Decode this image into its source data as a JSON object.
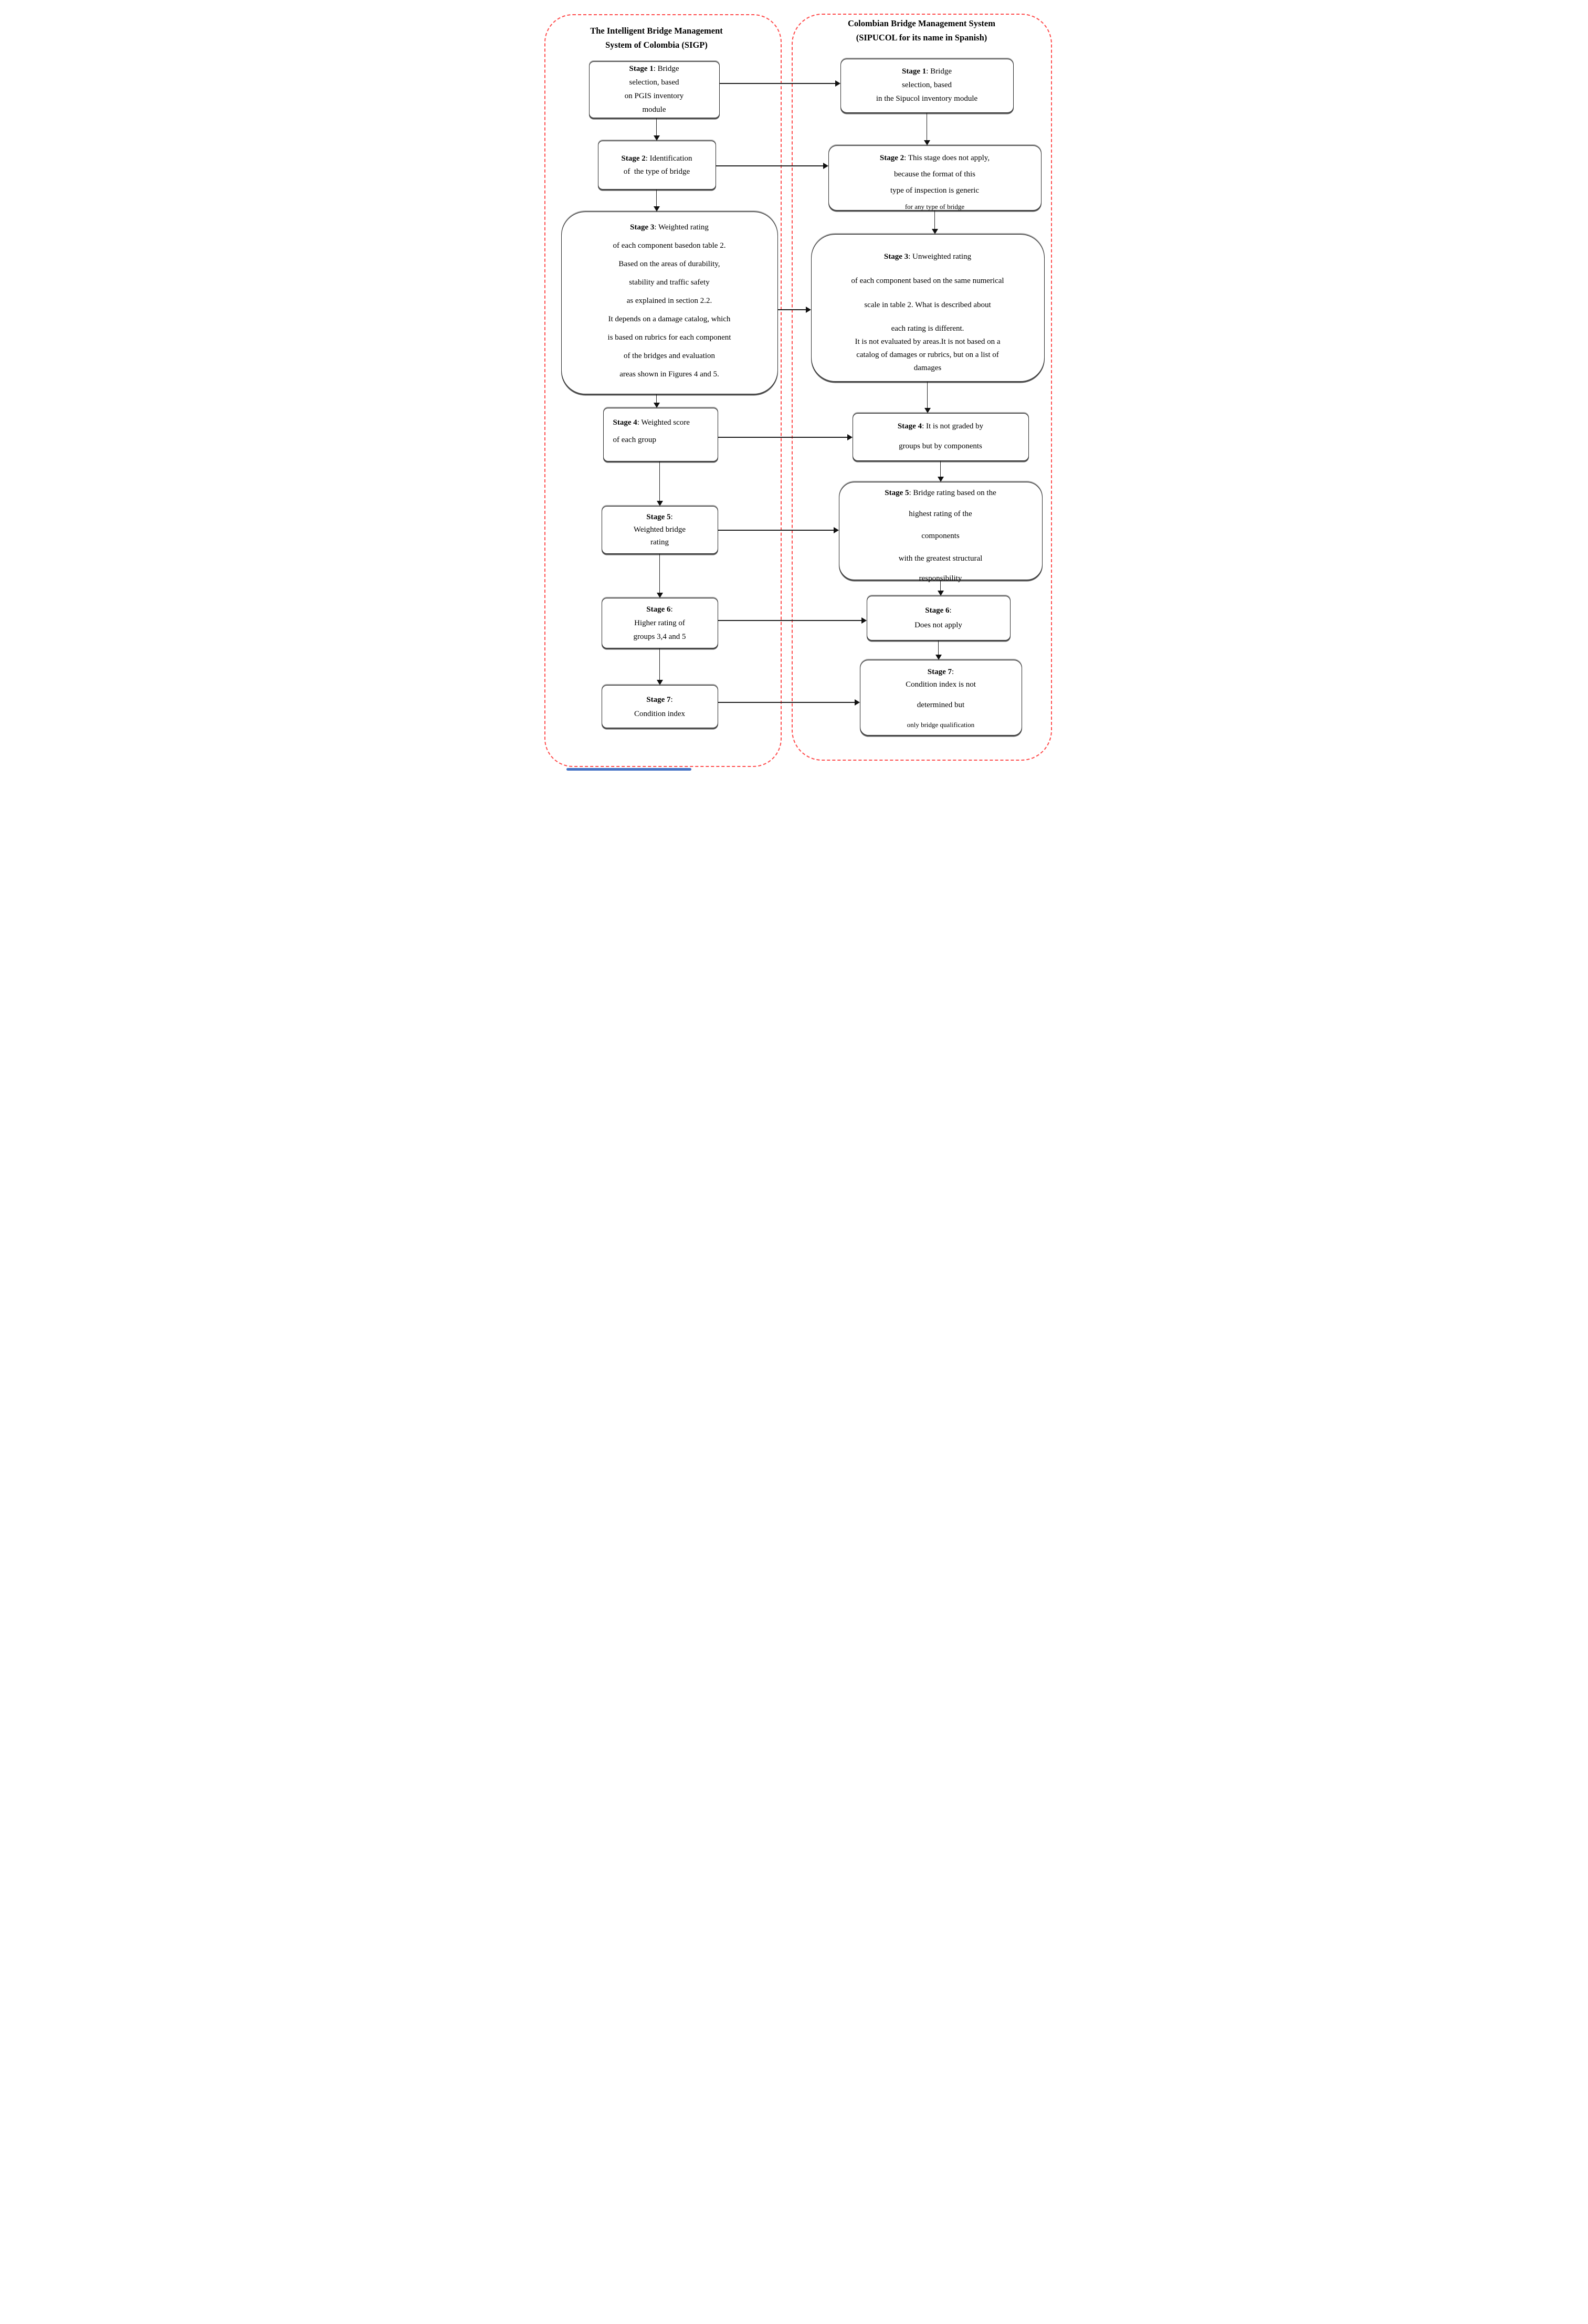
{
  "diagram": {
    "left_system": {
      "title_lines": [
        "The Intelligent Bridge Management",
        "System of Colombia (SIGP)"
      ],
      "stages": [
        {
          "lines": [
            {
              "b": "Stage 1",
              "t": ": Bridge"
            },
            {
              "t": "selection, based"
            },
            {
              "t": "on PGIS inventory"
            },
            {
              "t": "module"
            }
          ]
        },
        {
          "lines": [
            {
              "b": "Stage 2",
              "t": ": Identification"
            },
            {
              "t": "of  the type of bridge"
            }
          ]
        },
        {
          "lines": [
            {
              "b": "Stage 3",
              "t": ": Weighted rating"
            },
            {
              "t": "of each component basedon table 2."
            },
            {
              "t": "Based on the areas of durability,"
            },
            {
              "t": "stability and traffic safety"
            },
            {
              "t": "as explained in section 2.2."
            },
            {
              "t": "It depends on a damage catalog, which"
            },
            {
              "t": "is based on rubrics for each component"
            },
            {
              "t": "of the bridges and evaluation"
            },
            {
              "t": "areas shown in Figures 4 and 5."
            }
          ]
        },
        {
          "lines": [
            {
              "b": "Stage 4",
              "t": ": Weighted score"
            },
            {
              "t": "of each group"
            }
          ]
        },
        {
          "lines": [
            {
              "b": "Stage 5",
              "t": ":"
            },
            {
              "t": "Weighted bridge"
            },
            {
              "t": "rating"
            }
          ]
        },
        {
          "lines": [
            {
              "b": "Stage 6",
              "t": ":"
            },
            {
              "t": "Higher rating of"
            },
            {
              "t": "groups 3,4 and 5"
            }
          ]
        },
        {
          "lines": [
            {
              "b": "Stage 7",
              "t": ":"
            },
            {
              "t": "Condition index"
            }
          ]
        }
      ]
    },
    "right_system": {
      "title_lines": [
        "Colombian Bridge Management System",
        "(SIPUCOL for its name in Spanish)"
      ],
      "stages": [
        {
          "lines": [
            {
              "b": "Stage 1",
              "t": ": Bridge"
            },
            {
              "t": "selection, based"
            },
            {
              "t": "in the Sipucol inventory module"
            }
          ]
        },
        {
          "lines": [
            {
              "b": "Stage 2",
              "t": ": This stage does not apply,"
            },
            {
              "t": "because the format of this"
            },
            {
              "t": "type of inspection is generic"
            },
            {
              "t": "for any type of bridge",
              "small": true
            }
          ]
        },
        {
          "lines": [
            {
              "b": "Stage 3",
              "t": ": Unweighted rating"
            },
            {
              "t": "of each component based on the same numerical"
            },
            {
              "t": "scale in table 2. What is described about"
            },
            {
              "t": "each rating is different."
            },
            {
              "t": "It is not evaluated by areas.It is not based on a"
            },
            {
              "t": "catalog of damages or rubrics, but on a list of"
            },
            {
              "t": "damages"
            }
          ]
        },
        {
          "lines": [
            {
              "b": "Stage 4",
              "t": ": It is not graded by"
            },
            {
              "t": "groups but by components"
            }
          ]
        },
        {
          "lines": [
            {
              "b": "Stage 5",
              "t": ": Bridge rating based on the"
            },
            {
              "t": "highest rating of the"
            },
            {
              "t": "components"
            },
            {
              "t": "with the greatest structural"
            },
            {
              "t": "responsibility"
            }
          ]
        },
        {
          "lines": [
            {
              "b": "Stage 6",
              "t": ":"
            },
            {
              "t": "Does not apply"
            }
          ]
        },
        {
          "lines": [
            {
              "b": "Stage 7",
              "t": ":"
            },
            {
              "t": "Condition index is not"
            },
            {
              "t": "determined but"
            },
            {
              "t": "only bridge qualification",
              "small": true
            }
          ]
        }
      ]
    },
    "colors": {
      "container_border": "#ff4d4d",
      "box_border": "#2a2a2a",
      "text": "#000000",
      "bottom_accent": "#4472c4"
    }
  }
}
